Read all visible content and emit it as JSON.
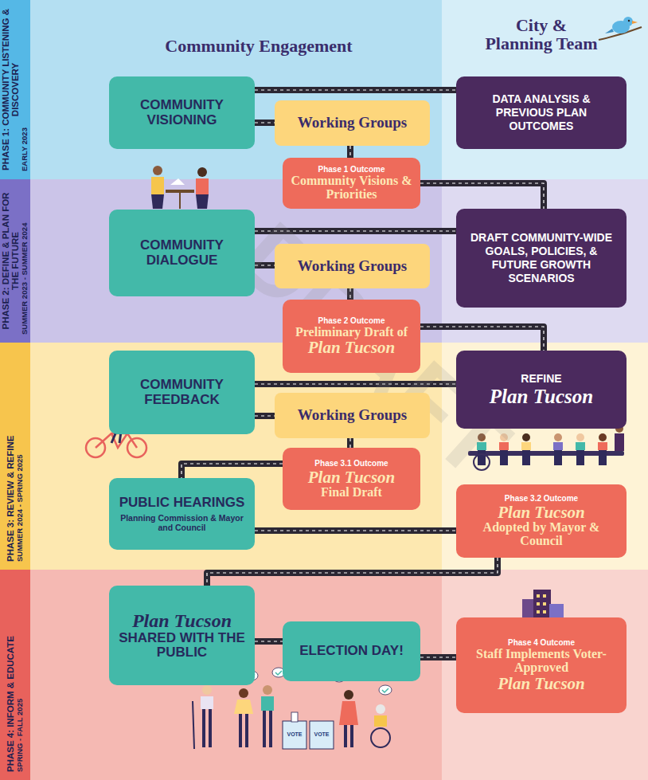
{
  "diagram": {
    "nodes": [
      {
        "text": [
          "PHASE 1: COMMUNITY LISTENING & DISCOVERY",
          "EARLY 2023"
        ]
      },
      {
        "text": [
          "COMMUNITY VISIONING"
        ]
      },
      {
        "text": [
          "Working Groups"
        ]
      },
      {
        "text": [
          "DATA ANALYSIS & PREVIOUS PLAN OUTCOMES"
        ]
      },
      {
        "text": [
          "Phase 1 Outcome",
          "Community Visions & Priorities"
        ]
      },
      {
        "text": [
          "PHASE 2: DEFINE & PLAN FOR THE FUTURE",
          "SUMMER 2023 - SUMMER 2024"
        ]
      },
      {
        "text": [
          "COMMUNITY DIALOGUE"
        ]
      },
      {
        "text": [
          "Working Groups"
        ]
      },
      {
        "text": [
          "DRAFT COMMUNITY-WIDE GOALS, POLICIES, & FUTURE GROWTH SCENARIOS"
        ]
      },
      {
        "text": [
          "Phase 2 Outcome",
          "Preliminary Draft of",
          "Plan Tucson"
        ]
      },
      {
        "text": [
          "PHASE 3: REVIEW & REFINE",
          "SUMMER 2024 - SPRING 2025"
        ]
      },
      {
        "text": [
          "COMMUNITY FEEDBACK"
        ]
      },
      {
        "text": [
          "Working Groups"
        ]
      },
      {
        "text": [
          "REFINE",
          "Plan Tucson"
        ]
      },
      {
        "text": [
          "Phase 3.1 Outcome",
          "Plan Tucson",
          "Final Draft"
        ]
      },
      {
        "text": [
          "PUBLIC HEARINGS",
          "Planning Commission & Mayor and Council"
        ]
      },
      {
        "text": [
          "Phase 3.2 Outcome",
          "Plan Tucson",
          "Adopted by Mayor & Council"
        ]
      },
      {
        "text": [
          "PHASE 4: INFORM & EDUCATE",
          "SPRING - FALL 2025"
        ]
      },
      {
        "text": [
          "Plan Tucson",
          "SHARED WITH THE PUBLIC"
        ]
      },
      {
        "text": [
          "ELECTION DAY!"
        ]
      },
      {
        "text": [
          "Phase 4 Outcome",
          "Staff Implements Voter-Approved",
          "Plan Tucson"
        ]
      }
    ],
    "edges": [
      {
        "from": 1,
        "to": 3,
        "arrow": "none"
      },
      {
        "from": 1,
        "to": 2,
        "arrow": "none"
      },
      {
        "from": 2,
        "to": 4,
        "arrow": "none"
      },
      {
        "from": 4,
        "to": 8,
        "arrow": "none"
      },
      {
        "from": 6,
        "to": 8,
        "arrow": "none"
      },
      {
        "from": 6,
        "to": 7,
        "arrow": "none"
      },
      {
        "from": 7,
        "to": 9,
        "arrow": "none"
      },
      {
        "from": 9,
        "to": 13,
        "arrow": "none"
      },
      {
        "from": 11,
        "to": 13,
        "arrow": "none"
      },
      {
        "from": 11,
        "to": 12,
        "arrow": "none"
      },
      {
        "from": 12,
        "to": 14,
        "arrow": "none"
      },
      {
        "from": 14,
        "to": 15,
        "arrow": "none"
      },
      {
        "from": 15,
        "to": 16,
        "arrow": "none"
      },
      {
        "from": 16,
        "to": 18,
        "arrow": "none"
      },
      {
        "from": 18,
        "to": 19,
        "arrow": "none"
      },
      {
        "from": 19,
        "to": 20,
        "arrow": "none"
      }
    ],
    "labels": [
      "Community Engagement",
      "City & Planning Team",
      "DRAFT",
      "VOTE",
      "VOTE"
    ]
  }
}
